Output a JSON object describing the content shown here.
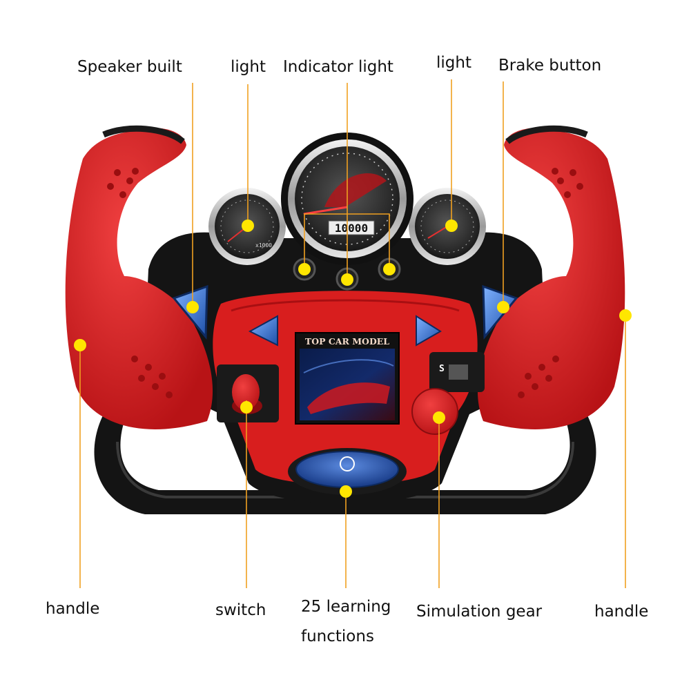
{
  "labels": {
    "speaker_built": "Speaker built",
    "light_left": "light",
    "indicator_light": "Indicator light",
    "light_right": "light",
    "brake_button": "Brake button",
    "handle_left": "handle",
    "switch": "switch",
    "learning_line1": "25 learning",
    "learning_line2": "functions",
    "simulation_gear": "Simulation gear",
    "handle_right": "handle"
  },
  "device": {
    "screen_title": "TOP CAR MODEL",
    "odometer": "10000",
    "gear_letter": "S",
    "small_gauge_unit": "x1000"
  },
  "colors": {
    "body_red": "#d81e1e",
    "dark_red": "#a80f12",
    "black": "#141414",
    "marker_yellow": "#ffe600",
    "leader_line": "#f0a020",
    "blue_button": "#2f6fd0"
  }
}
